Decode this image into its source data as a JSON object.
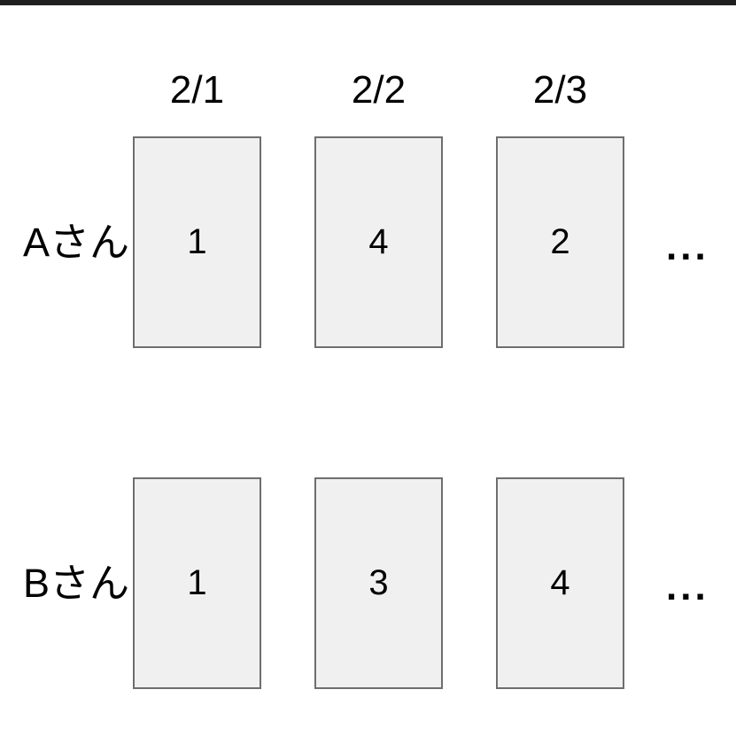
{
  "diagram": {
    "description": "Two-person daily card sequence diagram",
    "column_headers": [
      "2/1",
      "2/2",
      "2/3"
    ],
    "ellipsis": "...",
    "rows": [
      {
        "label": "Aさん",
        "cards": [
          "1",
          "4",
          "2"
        ]
      },
      {
        "label": "Bさん",
        "cards": [
          "1",
          "3",
          "4"
        ]
      }
    ],
    "colors": {
      "background": "#ffffff",
      "top_bar": "#1f1f1f",
      "card_fill": "#f0f0f0",
      "card_border": "#6e6e6e",
      "text": "#000000"
    }
  }
}
